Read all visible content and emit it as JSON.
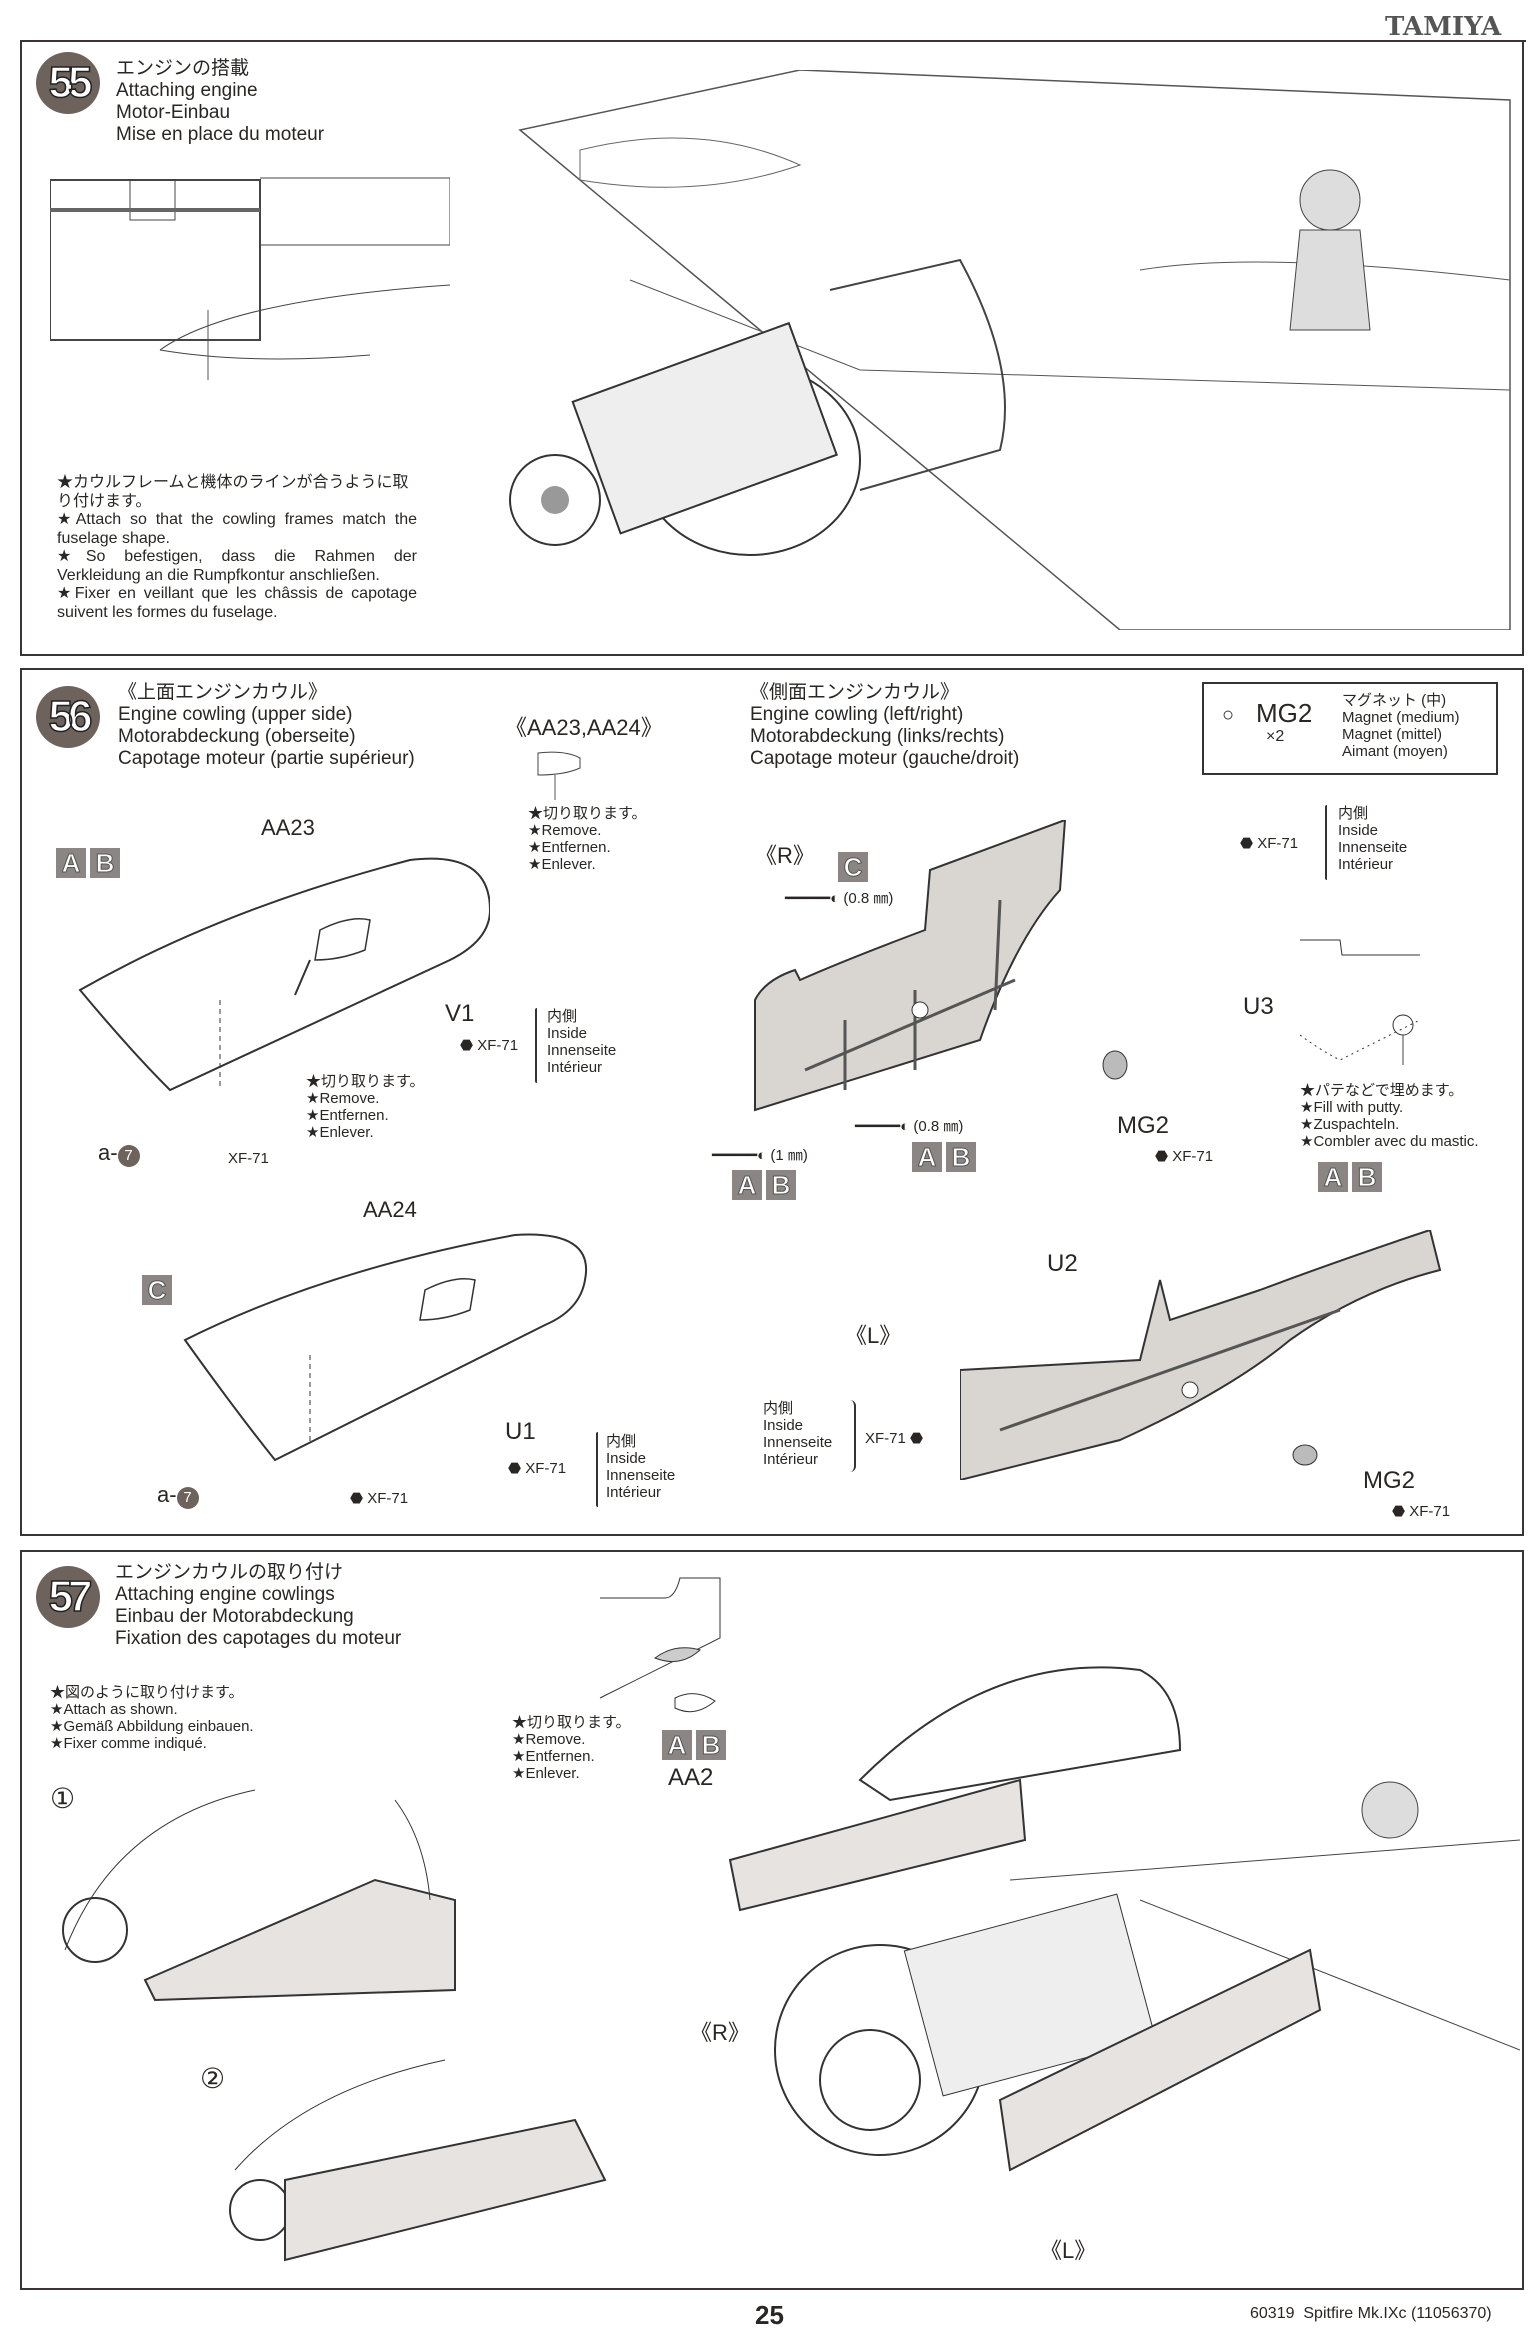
{
  "header": {
    "brand": "TAMIYA"
  },
  "step55": {
    "number": "55",
    "title_jp": "エンジンの搭載",
    "title_en": "Attaching engine",
    "title_de": "Motor-Einbau",
    "title_fr": "Mise en place du moteur",
    "notes": [
      "★カウルフレームと機体のラインが合うように取り付けます。",
      "★Attach so that the cowling frames match the fuselage shape.",
      "★So befestigen, dass die Rahmen der Verkleidung an die Rumpfkontur anschließen.",
      "★Fixer en veillant que les châssis de capotage suivent les formes du fuselage."
    ]
  },
  "step56": {
    "number": "56",
    "upper": {
      "title_jp": "《上面エンジンカウル》",
      "title_en": "Engine cowling (upper side)",
      "title_de": "Motorabdeckung (oberseite)",
      "title_fr": "Capotage moteur (partie supérieur)"
    },
    "aa_header": "《AA23,AA24》",
    "remove": [
      "★切り取ります。",
      "★Remove.",
      "★Entfernen.",
      "★Enlever."
    ],
    "side": {
      "title_jp": "《側面エンジンカウル》",
      "title_en": "Engine cowling (left/right)",
      "title_de": "Motorabdeckung (links/rechts)",
      "title_fr": "Capotage moteur (gauche/droit)"
    },
    "magnet": {
      "symbol": "○",
      "part": "MG2",
      "qty": "×2",
      "jp": "マグネット (中)",
      "en": "Magnet (medium)",
      "de": "Magnet (mittel)",
      "fr": "Aimant (moyen)"
    },
    "inside": [
      "内側",
      "Inside",
      "Innenseite",
      "Intérieur"
    ],
    "paint": "XF-71",
    "parts": {
      "aa23": "AA23",
      "aa24": "AA24",
      "v1": "V1",
      "u1": "U1",
      "u2": "U2",
      "u3": "U3",
      "mg2": "MG2",
      "a7": "a-",
      "a7num": "7"
    },
    "variants": {
      "a": "A",
      "b": "B",
      "c": "C"
    },
    "right_label": "《R》",
    "left_label": "《L》",
    "drills": [
      "(0.8 ㎜)",
      "(0.8 ㎜)",
      "(1 ㎜)"
    ],
    "putty": [
      "★パテなどで埋めます。",
      "★Fill with putty.",
      "★Zuspachteln.",
      "★Combler avec du mastic."
    ]
  },
  "step57": {
    "number": "57",
    "title_jp": "エンジンカウルの取り付け",
    "title_en": "Attaching engine cowlings",
    "title_de": "Einbau der Motorabdeckung",
    "title_fr": "Fixation des capotages du moteur",
    "notes": [
      "★図のように取り付けます。",
      "★Attach as shown.",
      "★Gemäß Abbildung einbauen.",
      "★Fixer comme indiqué."
    ],
    "remove": [
      "★切り取ります。",
      "★Remove.",
      "★Entfernen.",
      "★Enlever."
    ],
    "part": "AA2",
    "sub1": "①",
    "sub2": "②",
    "right_label": "《R》",
    "left_label": "《L》"
  },
  "footer": {
    "page": "25",
    "product": "60319  Spitfire Mk.IXc (11056370)"
  }
}
